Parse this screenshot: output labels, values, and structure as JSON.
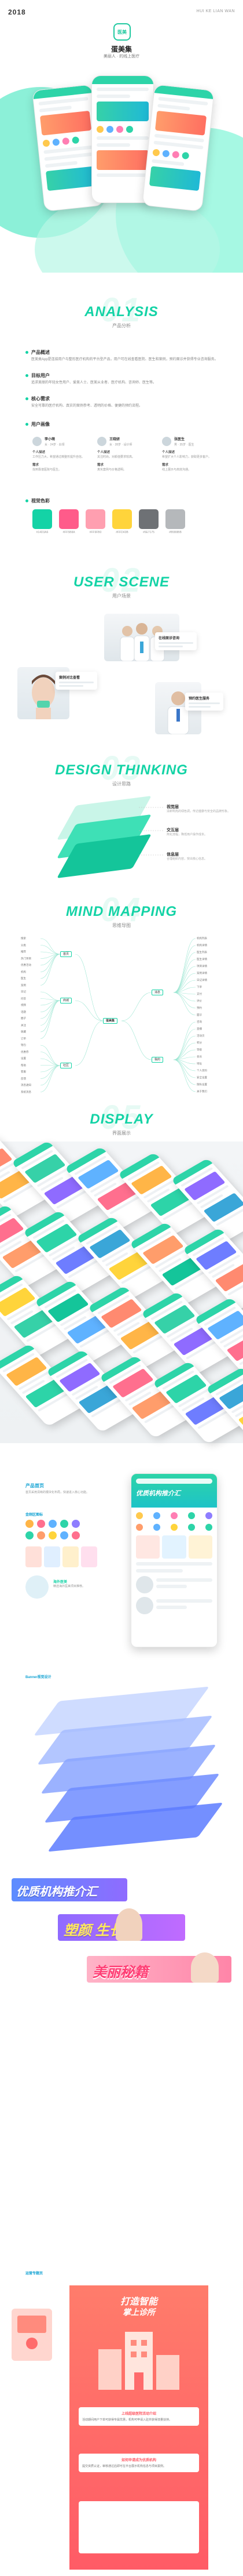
{
  "hero": {
    "year": "2018",
    "top_tagline": "HUI KE LIAN WAN",
    "logo_text": "医美",
    "brand": "蛋美集",
    "slogan": "美丽人 · 的线上医疗"
  },
  "analysis": {
    "num": "01",
    "title": "ANALYSIS",
    "subtitle": "产品分析",
    "blocks": [
      {
        "heading": "产品概述",
        "text": "医美类App是连接用户与整形医疗机构的平台型产品，用户可在线查看医院、医生和案例，预约面诊并获得专业咨询服务。"
      },
      {
        "heading": "目标用户",
        "text": "追求美丽的年轻女性用户、爱美人士、医美从业者、医疗机构、咨询师、医生等。"
      },
      {
        "heading": "核心需求",
        "text": "安全可靠的医疗机构、真实的案例参考、透明的价格、便捷的预约流程。"
      },
      {
        "heading": "用户画像",
        "text": ""
      }
    ],
    "users": [
      {
        "name": "李小萌",
        "info": "女 · 24岁 · 白领",
        "t1": "个人描述",
        "d1": "工作压力大，希望通过微整形提升自信。",
        "t2": "需求",
        "d2": "找到靠谱医院与医生。"
      },
      {
        "name": "王晓妍",
        "info": "女 · 28岁 · 设计师",
        "t1": "个人描述",
        "d1": "关注时尚，对颜值要求较高。",
        "t2": "需求",
        "d2": "真实案例与价格透明。"
      },
      {
        "name": "张医生",
        "info": "男 · 35岁 · 医生",
        "t1": "个人描述",
        "d1": "希望扩大个人影响力，获取更多客户。",
        "t2": "需求",
        "d2": "线上展示与高效沟通。"
      }
    ],
    "colors_heading": "视觉色彩",
    "swatches": [
      {
        "hex": "#14D3A6"
      },
      {
        "hex": "#FF5B8A"
      },
      {
        "hex": "#FF9FB0"
      },
      {
        "hex": "#FFD43B"
      },
      {
        "hex": "#6E7175"
      },
      {
        "hex": "#B5B8BB"
      }
    ]
  },
  "scene": {
    "num": "02",
    "title": "USER SCENE",
    "subtitle": "用户场景",
    "cards": [
      {
        "title": "在线面诊咨询",
        "key": "c1"
      },
      {
        "title": "案例对比查看",
        "key": "c2"
      },
      {
        "title": "预约医生服务",
        "key": "c3"
      }
    ]
  },
  "thinking": {
    "num": "03",
    "title": "DESIGN THINKING",
    "subtitle": "设计思路",
    "layers": [
      {
        "label": "视觉层",
        "desc": "清新明亮的绿色调，传达健康与安全的品牌形象。"
      },
      {
        "label": "交互层",
        "desc": "简化流程，降低用户操作成本。"
      },
      {
        "label": "信息层",
        "desc": "合理组织内容，突出核心信息。"
      }
    ]
  },
  "mindmap": {
    "num": "04",
    "title": "MIND MAPPING",
    "subtitle": "思维导图",
    "center": "蛋美集",
    "branches": [
      "首页",
      "商城",
      "社区",
      "消息",
      "我的"
    ],
    "left_leaves": [
      "搜索",
      "分类",
      "推荐",
      "热门项目",
      "优惠活动",
      "机构",
      "医生",
      "案例",
      "日记",
      "问答",
      "视频",
      "话题",
      "圈子",
      "关注",
      "收藏",
      "订单",
      "钱包",
      "优惠券",
      "设置",
      "帮助",
      "客服",
      "反馈",
      "消息通知",
      "系统消息"
    ],
    "right_leaves": [
      "机构列表",
      "机构详情",
      "医生列表",
      "医生详情",
      "项目详情",
      "案例详情",
      "日记详情",
      "下单",
      "支付",
      "评价",
      "预约",
      "面诊",
      "咨询",
      "直播",
      "活动页",
      "积分",
      "等级",
      "会员",
      "地址",
      "个人资料",
      "安全设置",
      "隐私设置",
      "关于我们"
    ]
  },
  "display": {
    "num": "05",
    "title": "DISPLAY",
    "subtitle": "界面展示"
  },
  "details": {
    "home_heading": "产品首页",
    "home_desc": "首页采用清晰的模块化布局，快速进入核心功能。",
    "module_heading": "金刚区图标",
    "recommend_heading": "海外医美",
    "recommend_desc": "精选海外医美项目推荐。",
    "banner_heading": "Banner视觉设计",
    "promo_1": "优质机构推介汇",
    "promo_2": "塑颜 生长",
    "promo_3": "美丽秘籍",
    "promo_1_title": "优质机构推介汇",
    "ops_heading": "运营专题页",
    "bottom_h1": "打造智能",
    "bottom_h2": "掌上诊所",
    "bottom_box1_title": "上线超级医院活动介绍",
    "bottom_box1_text": "活动期间用户下单可获得专属优惠，机构可申请入驻并获得流量扶持。",
    "bottom_box2_title": "如何申请成为优质机构",
    "bottom_box2_text": "提交资质认证，审核通过后即可在平台展示机构信息与项目案例。"
  }
}
